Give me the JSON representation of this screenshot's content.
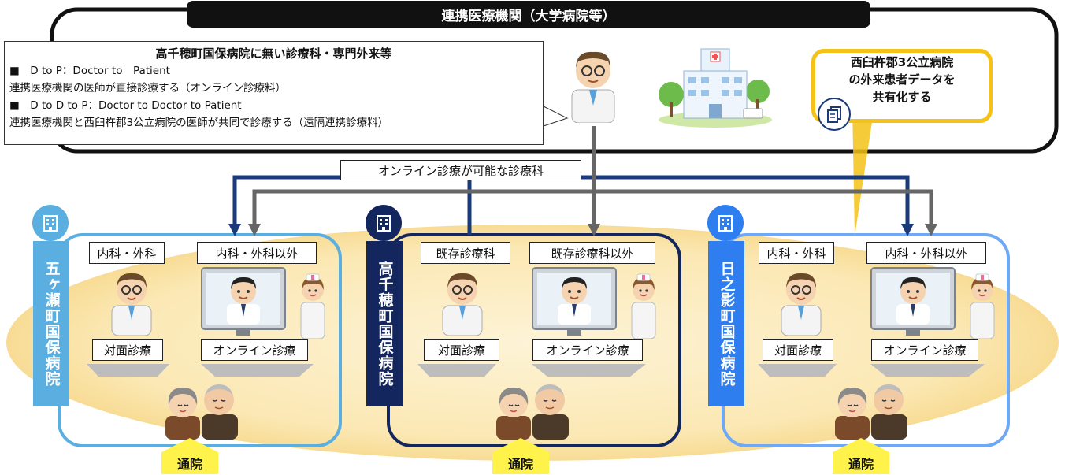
{
  "top": {
    "title": "連携医療機関（大学病院等）",
    "bubble": {
      "heading": "高千穂町国保病院に無い診療科・専門外来等",
      "line1": "■　D to P：Doctor to　Patient",
      "line2": "連携医療機関の医師が直接診療する（オンライン診療料）",
      "line3": "■　D to D to P：Doctor to Doctor to Patient",
      "line4": "連携医療機関と西臼杵郡3公立病院の医師が共同で診療する（遠隔連携診療料）"
    },
    "share_note": "西臼杵郡3公立病院\nの外来患者データを\n共有化する"
  },
  "online_label": "オンライン診療が可能な診療科",
  "hospitals": [
    {
      "name": "五ヶ瀬町国保病院",
      "color": "#5aaee0",
      "left_dept": "内科・外科",
      "right_dept": "内科・外科以外",
      "left_mode": "対面診療",
      "right_mode": "オンライン診療",
      "visit": "通院"
    },
    {
      "name": "高千穂町国保病院",
      "color": "#13275e",
      "left_dept": "既存診療科",
      "right_dept": "既存診療科以外",
      "left_mode": "対面診療",
      "right_mode": "オンライン診療",
      "visit": "通院"
    },
    {
      "name": "日之影町国保病院",
      "color": "#2f7ef0",
      "left_dept": "内科・外科",
      "right_dept": "内科・外科以外",
      "left_mode": "対面診療",
      "right_mode": "オンライン診療",
      "visit": "通院"
    }
  ],
  "colors": {
    "arrow_navy": "#1b3a7a",
    "arrow_gray": "#666666",
    "ellipse": "#fcefc8",
    "highlight": "#f5c218"
  },
  "icons": [
    "hospital-building-icon",
    "doctor-icon",
    "nurse-icon",
    "elderly-couple-icon",
    "document-icon"
  ]
}
